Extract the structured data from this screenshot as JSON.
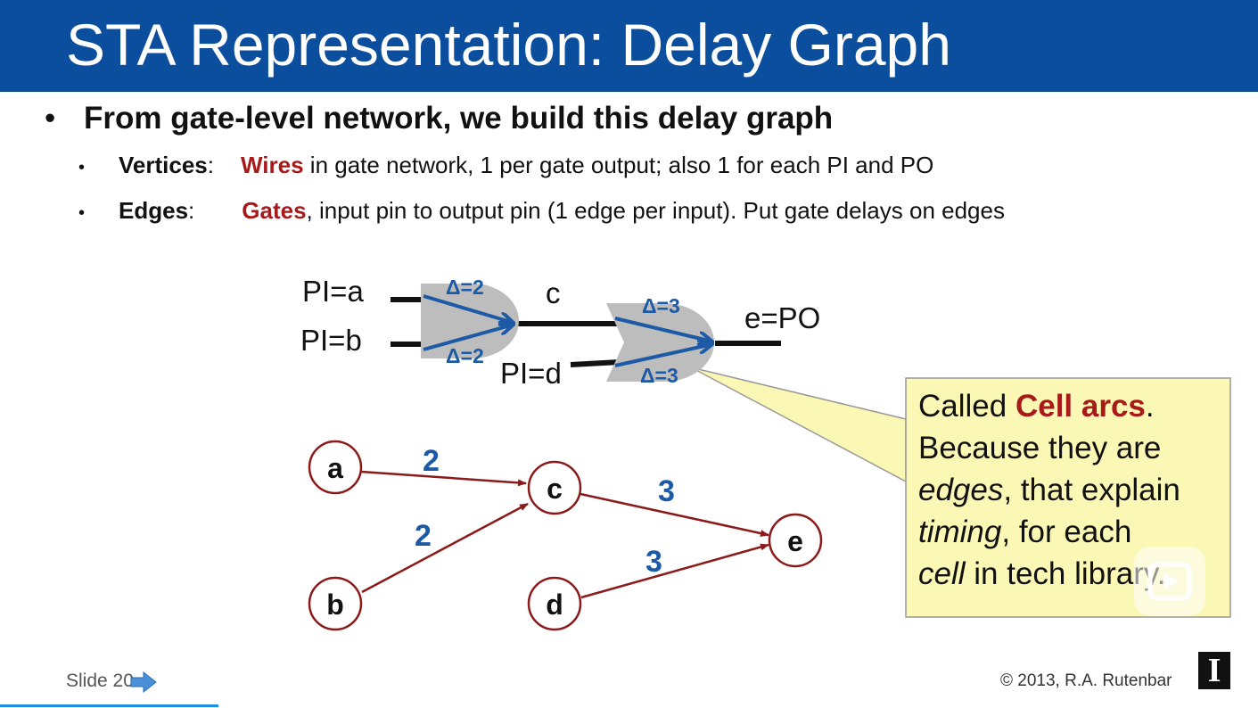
{
  "slide": {
    "title": "STA Representation:  Delay Graph",
    "bullet_main": "From gate-level network, we build this delay graph",
    "bullet_vertices": {
      "label": "Vertices",
      "colon": ":",
      "highlight": "Wires",
      "text": " in gate network, 1 per gate output;  also 1 for each PI and PO"
    },
    "bullet_edges": {
      "label": "Edges",
      "colon": ":",
      "highlight": "Gates",
      "text": ", input pin to output pin (1 edge per input).  Put gate delays on edges"
    },
    "bullet_symbol": "•"
  },
  "circuit": {
    "pi_a": "PI=a",
    "pi_b": "PI=b",
    "pi_d": "PI=d",
    "wire_c": "c",
    "po_e": "e=PO",
    "delay_g1_top": "Δ=2",
    "delay_g1_bottom": "Δ=2",
    "delay_g2_top": "Δ=3",
    "delay_g2_bottom": "Δ=3"
  },
  "graph": {
    "nodes": [
      "a",
      "b",
      "c",
      "d",
      "e"
    ],
    "edges": [
      {
        "from": "a",
        "to": "c",
        "weight": "2"
      },
      {
        "from": "b",
        "to": "c",
        "weight": "2"
      },
      {
        "from": "c",
        "to": "e",
        "weight": "3"
      },
      {
        "from": "d",
        "to": "e",
        "weight": "3"
      }
    ]
  },
  "callout": {
    "line1_pre": "Called ",
    "line1_highlight": "Cell arcs",
    "line1_post": ".",
    "line2": "Because they are",
    "line3_italic": "edges",
    "line3_post": ", that explain",
    "line4_italic": "timing",
    "line4_post": ", for each",
    "line5_italic": "cell",
    "line5_post": " in tech library."
  },
  "footer": {
    "slide_label": "Slide 20",
    "copyright": "© 2013, R.A. Rutenbar",
    "logo_letter": "I"
  },
  "colors": {
    "title_bar": "#0b4e9e",
    "accent_red": "#a8191a",
    "arc_blue": "#1d5aa6",
    "callout_fill": "#fbf7b4",
    "gate_gray": "#bdbdbd",
    "node_stroke": "#8b1a1a"
  }
}
